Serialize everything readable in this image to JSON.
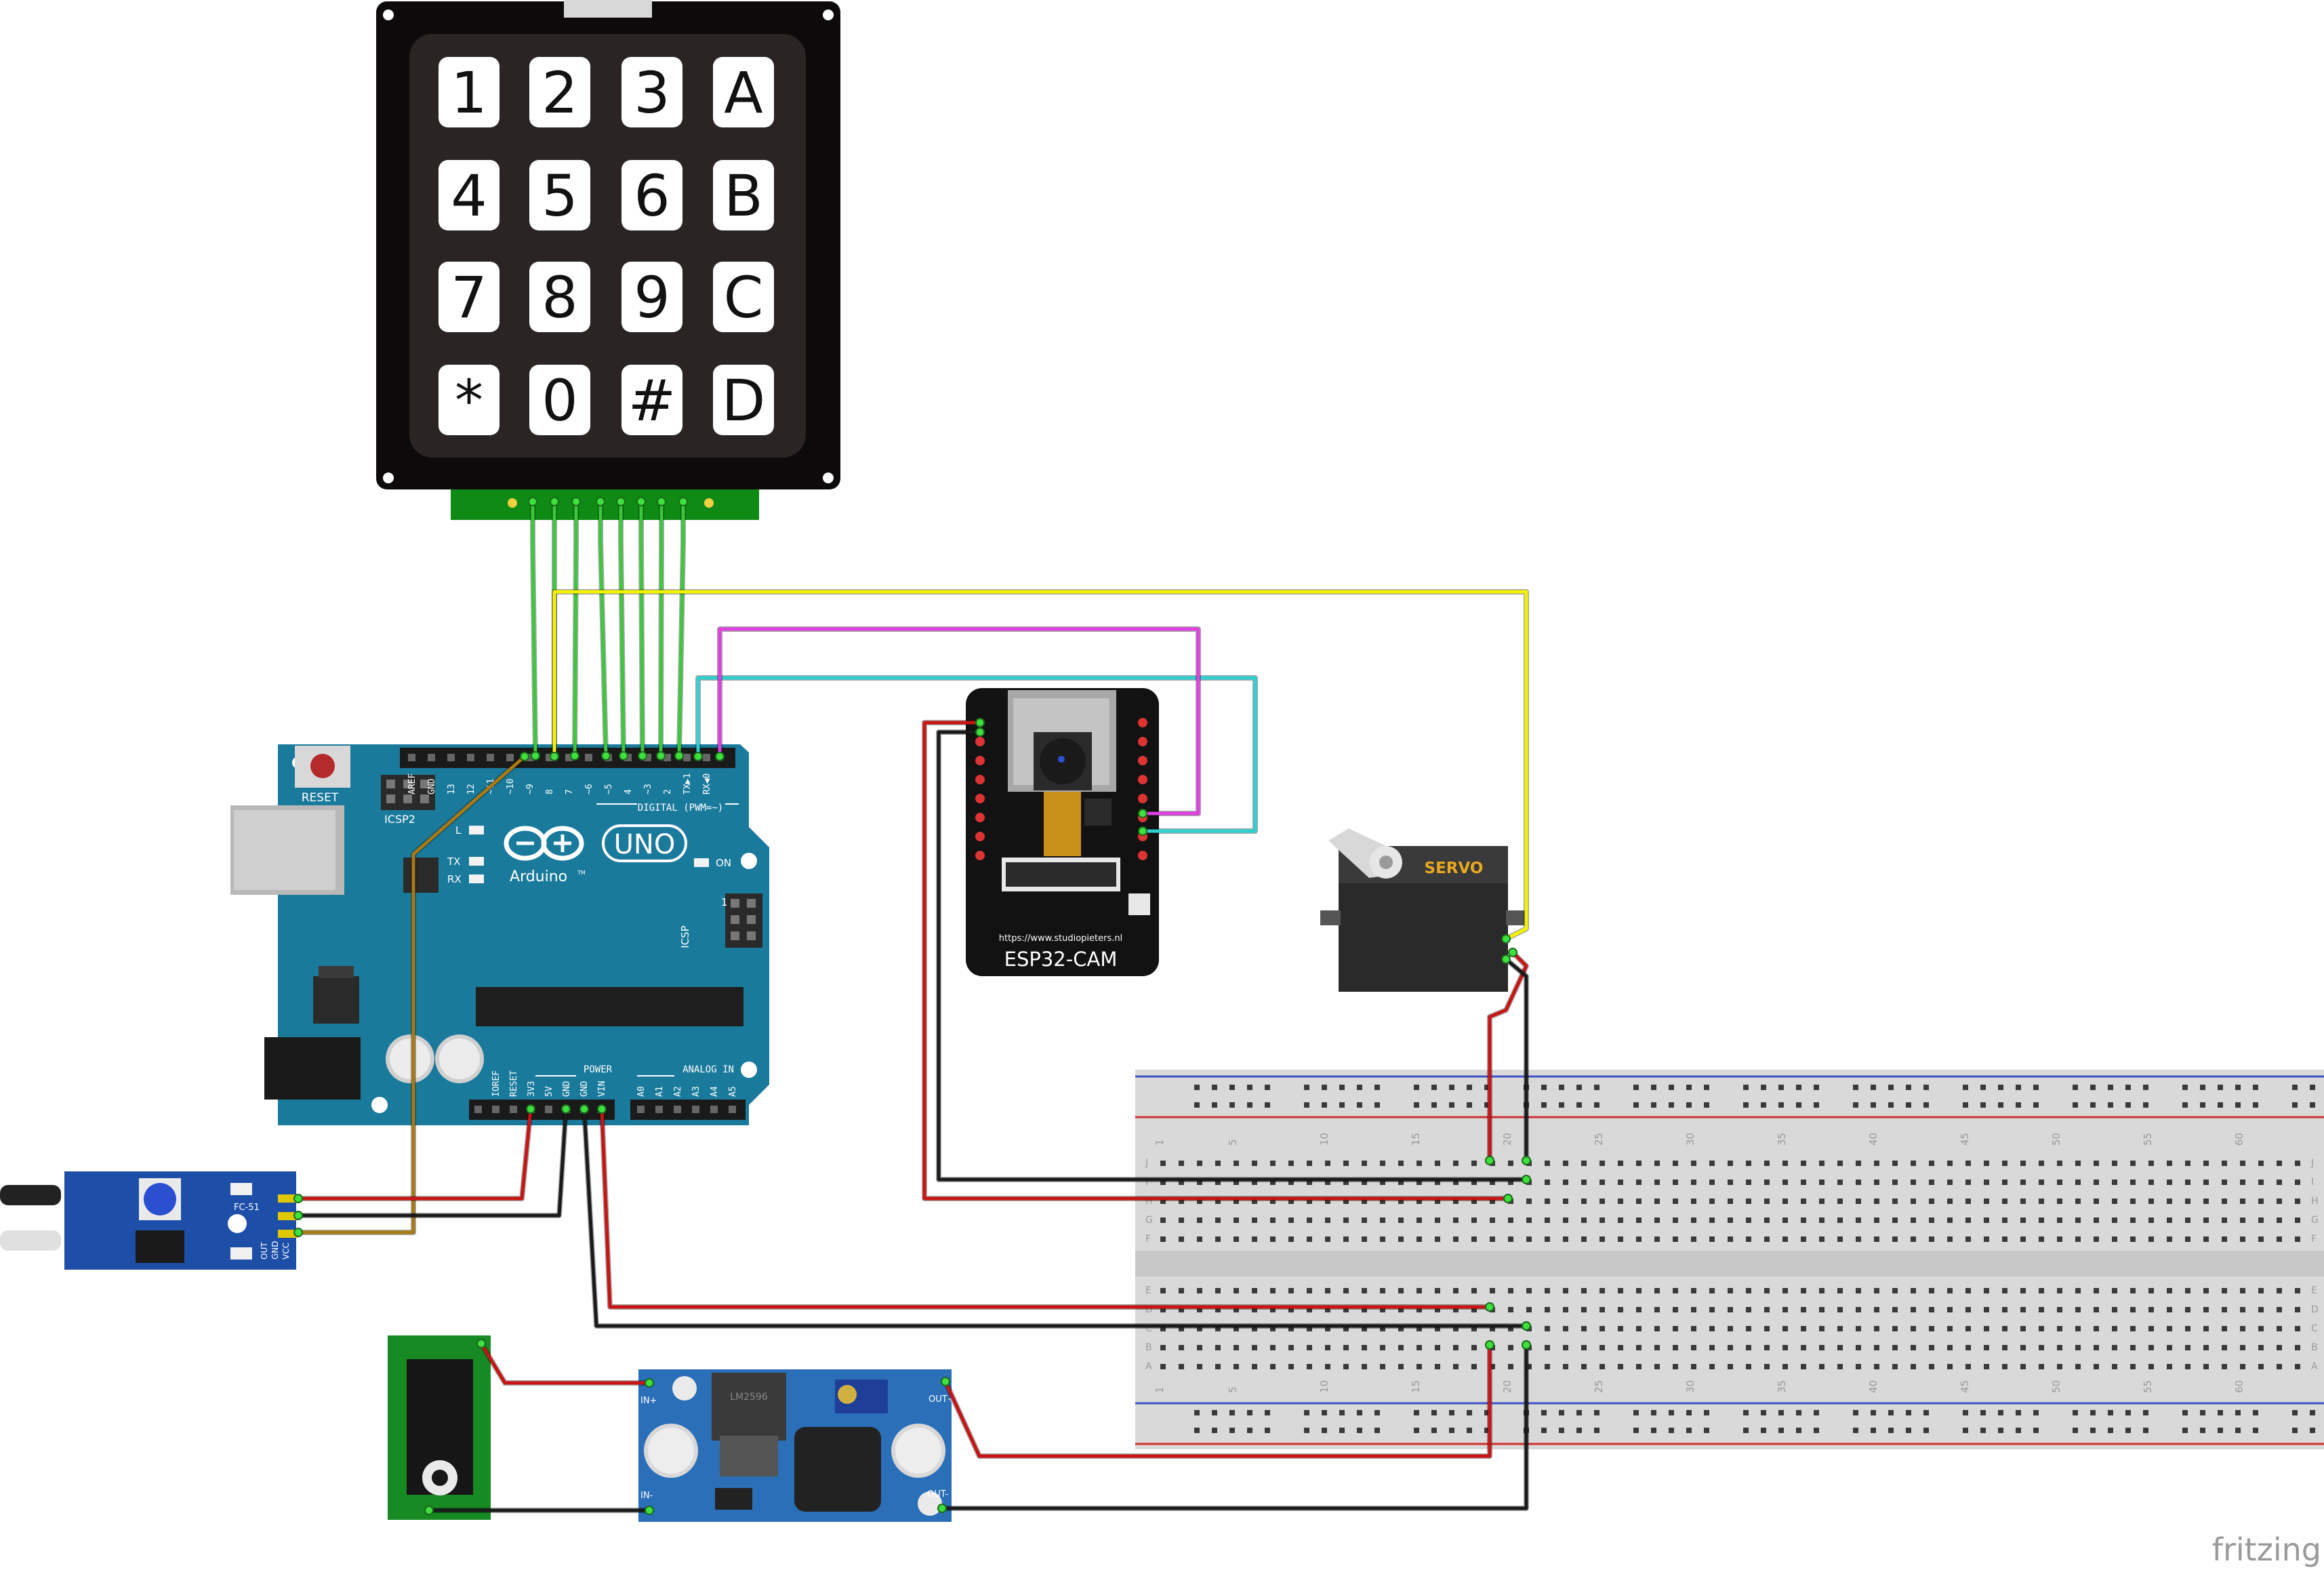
{
  "keypad": {
    "keys": [
      "1",
      "2",
      "3",
      "A",
      "4",
      "5",
      "6",
      "B",
      "7",
      "8",
      "9",
      "C",
      "*",
      "0",
      "#",
      "D"
    ]
  },
  "arduino": {
    "reset_label": "RESET",
    "icsp2_label": "ICSP2",
    "icsp_label": "ICSP",
    "brand_label": "Arduino",
    "tm_label": "TM",
    "model_label": "UNO",
    "digital_label": "DIGITAL (PWM=~)",
    "power_label": "POWER",
    "analog_label": "ANALOG IN",
    "on_label": "ON",
    "l_label": "L",
    "tx_label": "TX",
    "rx_label": "RX",
    "one_label": "1",
    "top_pins": [
      "AREF",
      "GND",
      "13",
      "12",
      "~11",
      "~10",
      "~9",
      "8",
      "7",
      "~6",
      "~5",
      "4",
      "~3",
      "2",
      "TX▶1",
      "RX◀0"
    ],
    "power_pins": [
      "IOREF",
      "RESET",
      "3V3",
      "5V",
      "GND",
      "GND",
      "VIN"
    ],
    "analog_pins": [
      "A0",
      "A1",
      "A2",
      "A3",
      "A4",
      "A5"
    ]
  },
  "esp32": {
    "url": "https://www.studiopieters.nl",
    "name": "ESP32-CAM"
  },
  "servo": {
    "label": "SERVO"
  },
  "ir_sensor": {
    "fc_label": "FC-51",
    "pins": [
      "OUT",
      "GND",
      "VCC"
    ]
  },
  "buck": {
    "chip_label": "LM2596",
    "in_plus": "IN+",
    "in_minus": "IN-",
    "out_plus": "OUT+",
    "out_minus": "OUT-"
  },
  "breadboard": {
    "numbers": [
      "1",
      "5",
      "10",
      "15",
      "20",
      "25",
      "30",
      "35",
      "40",
      "45",
      "50",
      "55",
      "60"
    ],
    "row_letters_top": [
      "J",
      "I",
      "H",
      "G",
      "F"
    ],
    "row_letters_bottom": [
      "E",
      "D",
      "C",
      "B",
      "A"
    ]
  },
  "watermark": "fritzing",
  "colors": {
    "arduino_teal": "#1a7a9c",
    "wire_green": "#3cc83c",
    "wire_yellow": "#f2f200",
    "wire_magenta": "#e040e0",
    "wire_cyan": "#30d0d0",
    "wire_red": "#c81414",
    "wire_black": "#1a1a1a",
    "wire_brown": "#a87a14",
    "sensor_blue": "#1d4fa8",
    "buck_blue": "#2a6fb8"
  }
}
